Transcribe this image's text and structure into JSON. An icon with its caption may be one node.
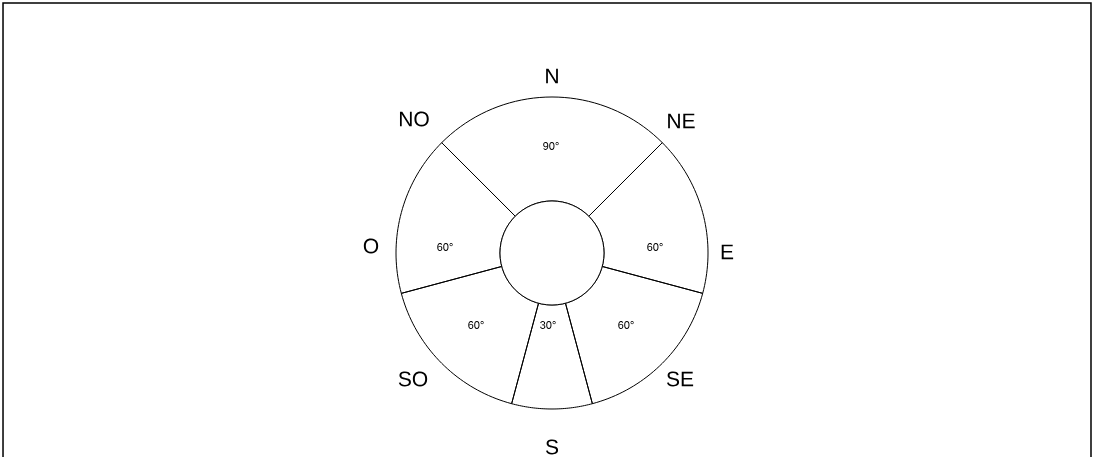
{
  "diagram": {
    "nodes": [
      {
        "text": [
          "90°"
        ]
      },
      {
        "text": [
          "60°"
        ]
      },
      {
        "text": [
          "60°"
        ]
      },
      {
        "text": [
          "60°"
        ]
      },
      {
        "text": [
          "30°"
        ]
      },
      {
        "text": [
          "60°"
        ]
      },
      {
        "text": [],
        "shape": "circle"
      }
    ],
    "labels": [
      "N",
      "NO",
      "NE",
      "O",
      "E",
      "SO",
      "SE",
      "S"
    ]
  }
}
